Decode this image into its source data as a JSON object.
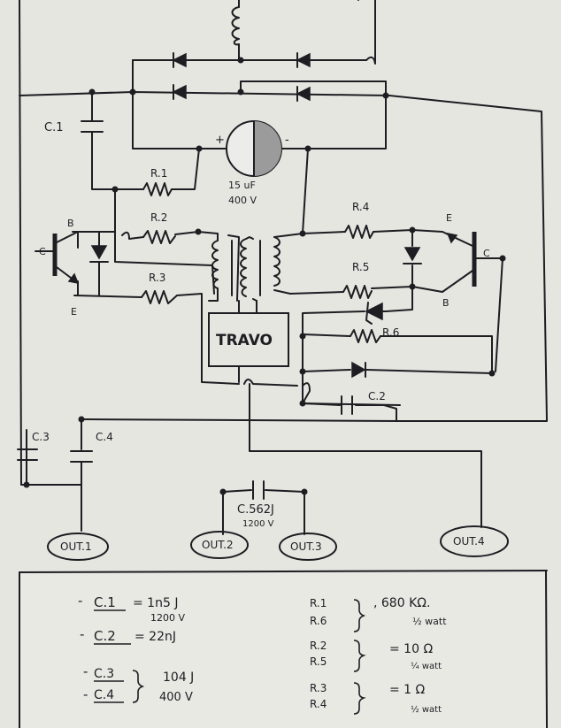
{
  "labels": {
    "c1": "C.1",
    "r1": "R.1",
    "r2": "R.2",
    "r3": "R.3",
    "r4": "R.4",
    "r5": "R.5",
    "r6": "R.6",
    "c2": "C.2",
    "c3": "C.3",
    "c4": "C.4",
    "c5": "C.562J",
    "c5_rating": "1200 V",
    "cap_main": "15 uF",
    "cap_main_rating": "400 V",
    "plus": "+",
    "minus": "-",
    "transformer": "TRAVO",
    "q1_b": "B",
    "q1_c": "C",
    "q1_e": "E",
    "q2_e": "E",
    "q2_c": "C",
    "q2_b": "B"
  },
  "outputs": [
    "OUT.1",
    "OUT.2",
    "OUT.3",
    "OUT.4"
  ],
  "legend": {
    "c1_name": "C.1",
    "c1_value": "= 1n5 J",
    "c1_rating": "1200 V",
    "c2_name": "C.2",
    "c2_value": "= 22nJ",
    "c3_name": "C.3",
    "c4_name": "C.4",
    "c34_value": "104 J",
    "c34_rating": "400 V",
    "r1_name": "R.1",
    "r6_name": "R.6",
    "r16_value": ", 680 KΩ.",
    "r16_rating": "½ watt",
    "r2_name": "R.2",
    "r5_name": "R.5",
    "r25_value": "= 10 Ω",
    "r25_rating": "¼ watt",
    "r3_name": "R.3",
    "r4_name": "R.4",
    "r34_value": "= 1 Ω",
    "r34_rating": "½ watt"
  }
}
